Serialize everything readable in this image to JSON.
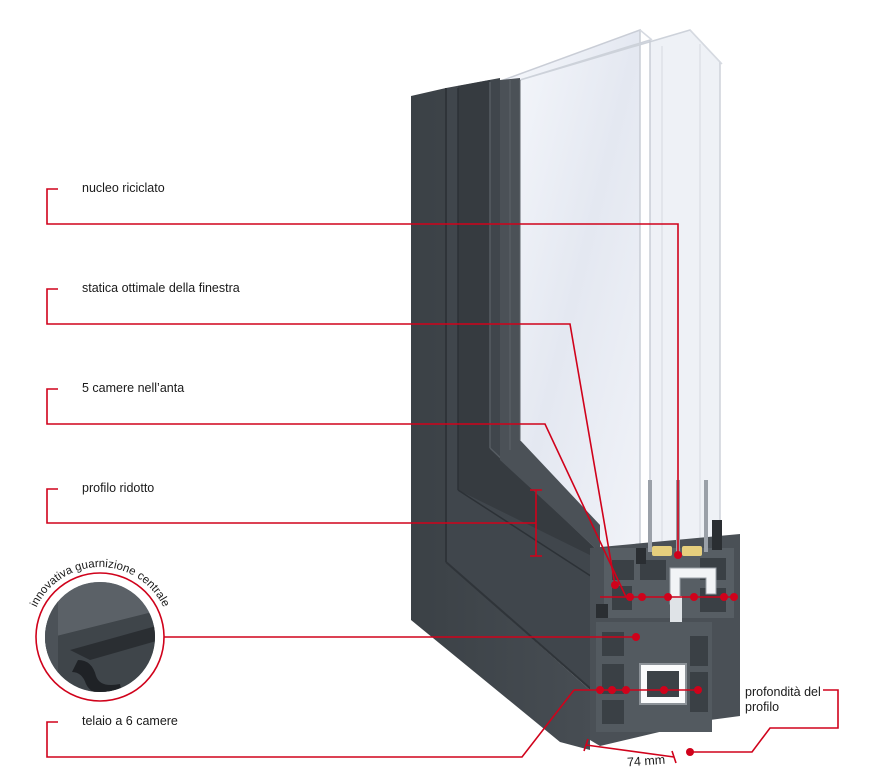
{
  "callouts": {
    "nucleo": "nucleo riciclato",
    "statica": "statica ottimale della finestra",
    "camere_anta": "5 camere nell’anta",
    "profilo_ridotto": "profilo ridotto",
    "guarnizione": "innovativa guarnizione centrale",
    "telaio": "telaio a 6 camere",
    "profondita": "profondità del profilo"
  },
  "dimension": {
    "depth": "74 mm"
  },
  "colors": {
    "callout_red": "#d0021b",
    "frame_dark": "#3c4247",
    "frame_mid": "#4a5056",
    "glass": "#eef1f7"
  }
}
